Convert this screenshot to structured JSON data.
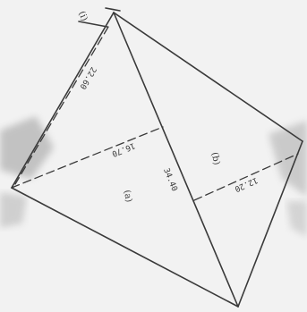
{
  "diagram": {
    "vertex_label": "(i)",
    "measure_left_edge": "22.60",
    "measure_left_diagonal": "16.70",
    "measure_center_diagonal": "34.40",
    "measure_right_height": "12.20",
    "region_left": "(a)",
    "region_right": "(b)"
  },
  "colors": {
    "paper": "#f2f2f2",
    "ink": "#3a3a3a",
    "smudge": "#9b9b9b"
  }
}
